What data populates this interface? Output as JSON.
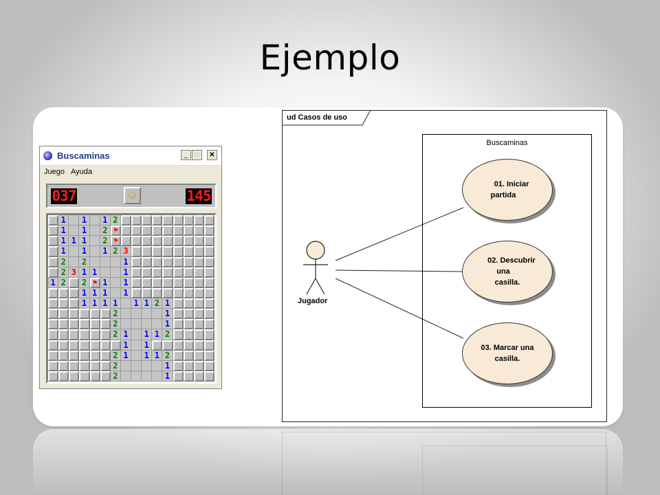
{
  "slide": {
    "title": "Ejemplo"
  },
  "minesweeper": {
    "window_title": "Buscaminas",
    "menu": [
      "Juego",
      "Ayuda"
    ],
    "mine_counter": "037",
    "timer": "145",
    "face_icon": "smiley-face-icon",
    "board_rows": [
      "#1 1 12#########",
      "#1 1 2F#########",
      "#111 2F#########",
      "#1 1 123########",
      "#2 2   1########",
      "#2311  1########",
      "12#2F1 1########",
      "###111 1########",
      "###1111 1121####",
      "######2    1####",
      "######2    1####",
      "######21 112####",
      "#######1 1######",
      "######21 112####",
      "######2    1####",
      "######2    1####"
    ]
  },
  "uml": {
    "frame_label": "ud Casos de uso",
    "system_name": "Buscaminas",
    "actor": "Jugador",
    "use_cases": [
      {
        "line1": "01. Iniciar partida",
        "line2": ""
      },
      {
        "line1": "02. Descubrir una",
        "line2": "casilla."
      },
      {
        "line1": "03. Marcar una",
        "line2": "casilla."
      }
    ]
  }
}
